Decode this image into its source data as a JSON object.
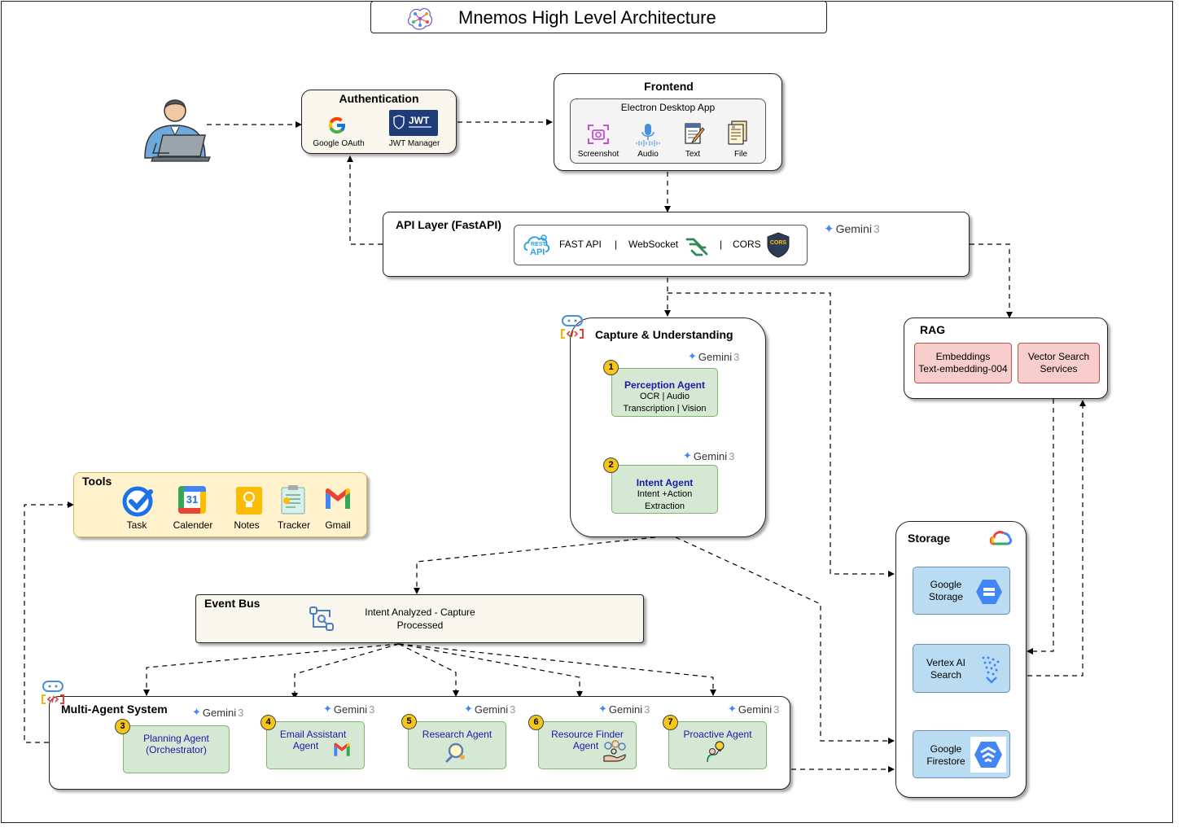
{
  "title": "Mnemos High Level Architecture",
  "gemini": {
    "name": "Gemini",
    "version": "3"
  },
  "authentication": {
    "title": "Authentication",
    "google_oauth": "Google OAuth",
    "jwt_manager": "JWT Manager",
    "jwt_logo_text": "JWT"
  },
  "frontend": {
    "title": "Frontend",
    "app": "Electron Desktop App",
    "inputs": [
      "Screenshot",
      "Audio",
      "Text",
      "File"
    ]
  },
  "api_layer": {
    "title": "API Layer (FastAPI)",
    "fastapi": "FAST API",
    "sep": "|",
    "websocket": "WebSocket",
    "cors": "CORS",
    "rest_logo": [
      "REST",
      "API"
    ],
    "cors_logo": "CORS"
  },
  "rag": {
    "title": "RAG",
    "embeddings": [
      "Embeddings",
      "Text-embedding-004"
    ],
    "vector_search": [
      "Vector Search",
      "Services"
    ]
  },
  "capture": {
    "title": "Capture & Understanding",
    "perception": {
      "num": "1",
      "name": "Perception Agent",
      "desc": [
        "OCR | Audio",
        "Transcription | Vision"
      ]
    },
    "intent": {
      "num": "2",
      "name": "Intent Agent",
      "desc": [
        "Intent +Action",
        "Extraction"
      ]
    }
  },
  "tools": {
    "title": "Tools",
    "items": [
      "Task",
      "Calender",
      "Notes",
      "Tracker",
      "Gmail"
    ],
    "calendar_day": "31"
  },
  "event_bus": {
    "title": "Event Bus",
    "text": [
      "Intent Analyzed - Capture",
      "Processed"
    ]
  },
  "multi_agent": {
    "title": "Multi-Agent System",
    "agents": [
      {
        "num": "3",
        "name": [
          "Planning Agent",
          "(Orchestrator)"
        ]
      },
      {
        "num": "4",
        "name": [
          "Email Assistant",
          "Agent"
        ]
      },
      {
        "num": "5",
        "name": [
          "Research Agent"
        ]
      },
      {
        "num": "6",
        "name": [
          "Resource Finder",
          "Agent"
        ]
      },
      {
        "num": "7",
        "name": [
          "Proactive Agent"
        ]
      }
    ]
  },
  "storage": {
    "title": "Storage",
    "items": [
      [
        "Google",
        "Storage"
      ],
      [
        "Vertex AI",
        "Search"
      ],
      [
        "Google",
        "Firestore"
      ]
    ]
  },
  "colors": {
    "agent_fill": "#d5e8d4",
    "storage_fill": "#b9dcf2",
    "rag_fill": "#f8cecc",
    "tools_fill": "#fff2cc",
    "eventbus_fill": "#f9f7ed",
    "auth_fill": "#f9f7ed"
  }
}
